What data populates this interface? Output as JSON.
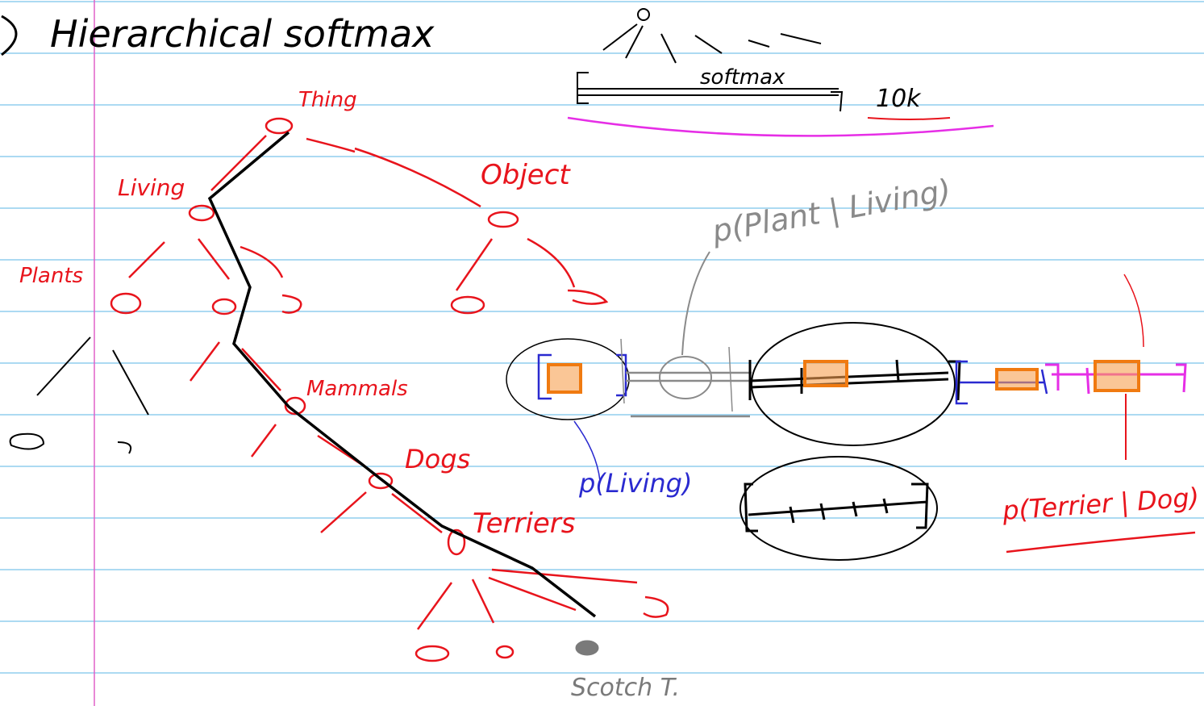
{
  "title": "Hierarchical softmax",
  "tree": {
    "root": "Thing",
    "level1": [
      "Living",
      "Object"
    ],
    "level2": [
      "Plants"
    ],
    "level3": [
      "Mammals"
    ],
    "level4": [
      "Dogs"
    ],
    "level5": [
      "Terriers"
    ],
    "leaf": "Scotch T."
  },
  "flat_softmax": {
    "label": "softmax",
    "size": "10k"
  },
  "annotations": {
    "p_plant_living": "p(Plant | Living)",
    "p_living": "p(Living)",
    "p_terrier_dog": "p(Terrier | Dog)"
  },
  "colors": {
    "paper": "#ffffff",
    "rule_line": "#5ab4e6",
    "margin_line": "#e060c8",
    "tree": "#e8141c",
    "path": "#000000",
    "highlight": "#f07a10",
    "living_box": "#2a2ad0",
    "annotation_gray": "#8a8a8a",
    "magenta": "#e62ee6"
  }
}
